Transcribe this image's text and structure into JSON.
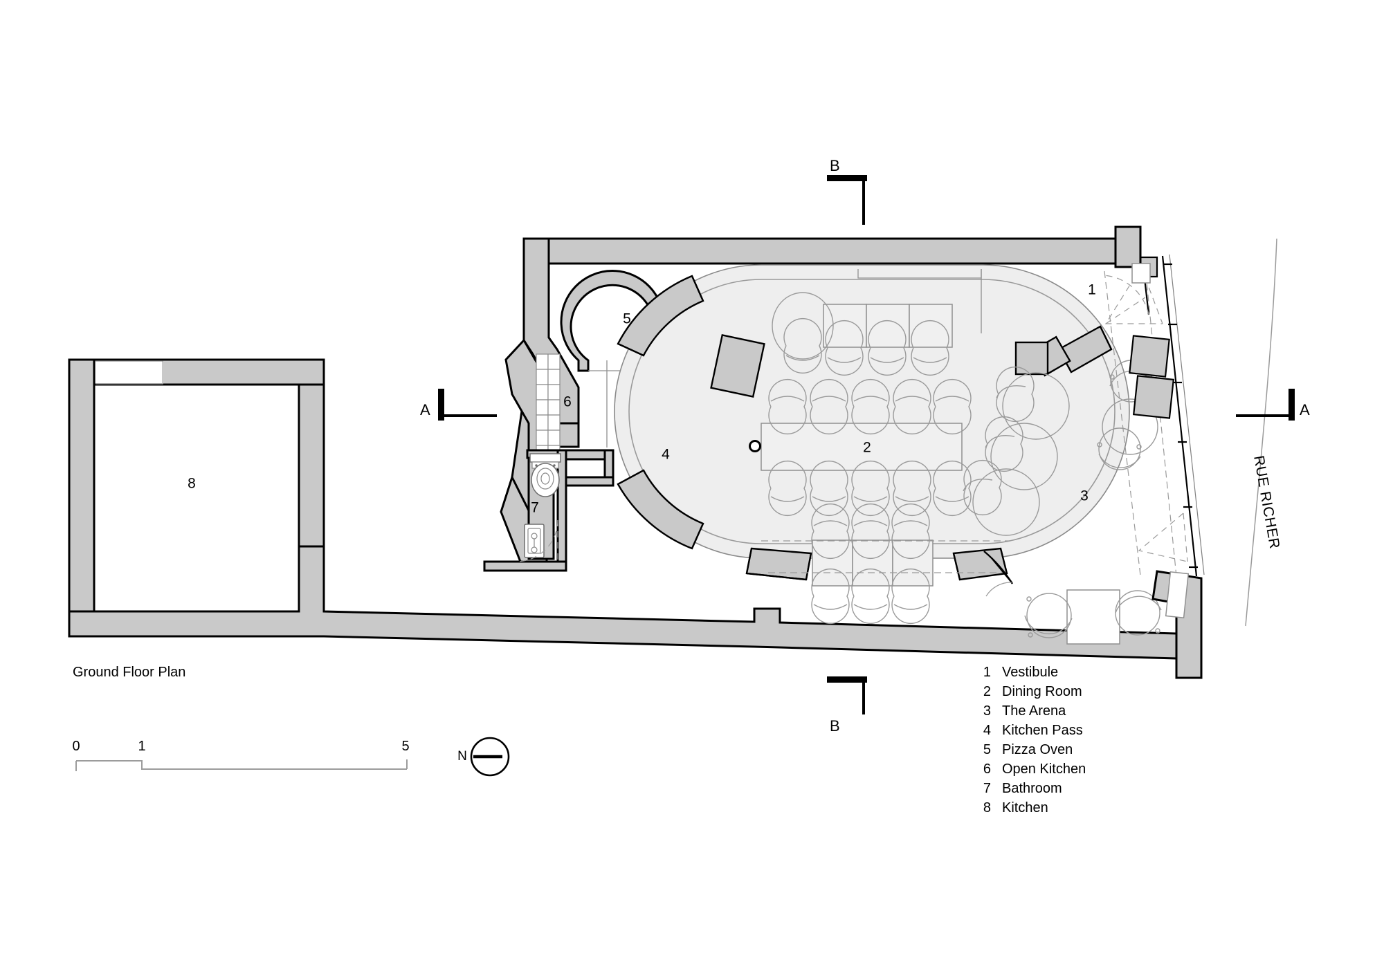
{
  "drawing": {
    "title": "Ground Floor Plan",
    "street_label": "RUE RICHER",
    "north_label": "N"
  },
  "section_markers": [
    {
      "id": "a-left",
      "letter": "A"
    },
    {
      "id": "a-right",
      "letter": "A"
    },
    {
      "id": "b-top",
      "letter": "B"
    },
    {
      "id": "b-bottom",
      "letter": "B"
    }
  ],
  "scale_bar": {
    "ticks": [
      "0",
      "1",
      "5"
    ],
    "unit_note": ""
  },
  "legend": {
    "items": [
      {
        "num": "1",
        "label": "Vestibule"
      },
      {
        "num": "2",
        "label": "Dining Room"
      },
      {
        "num": "3",
        "label": "The  Arena"
      },
      {
        "num": "4",
        "label": "Kitchen Pass"
      },
      {
        "num": "5",
        "label": "Pizza Oven"
      },
      {
        "num": "6",
        "label": "Open Kitchen"
      },
      {
        "num": "7",
        "label": "Bathroom"
      },
      {
        "num": "8",
        "label": "Kitchen"
      }
    ]
  },
  "room_tags": [
    {
      "num": "1",
      "name": "vestibule"
    },
    {
      "num": "2",
      "name": "dining-room"
    },
    {
      "num": "3",
      "name": "the-arena"
    },
    {
      "num": "4",
      "name": "kitchen-pass"
    },
    {
      "num": "5",
      "name": "pizza-oven"
    },
    {
      "num": "6",
      "name": "open-kitchen"
    },
    {
      "num": "7",
      "name": "bathroom"
    },
    {
      "num": "8",
      "name": "kitchen"
    }
  ],
  "colors": {
    "wall_fill": "#c9c9c9",
    "floor_fill": "#eeeeee",
    "furniture_fill": "#f0f0f0",
    "line": "#000000",
    "light_line": "#9a9a9a",
    "background": "#ffffff"
  }
}
